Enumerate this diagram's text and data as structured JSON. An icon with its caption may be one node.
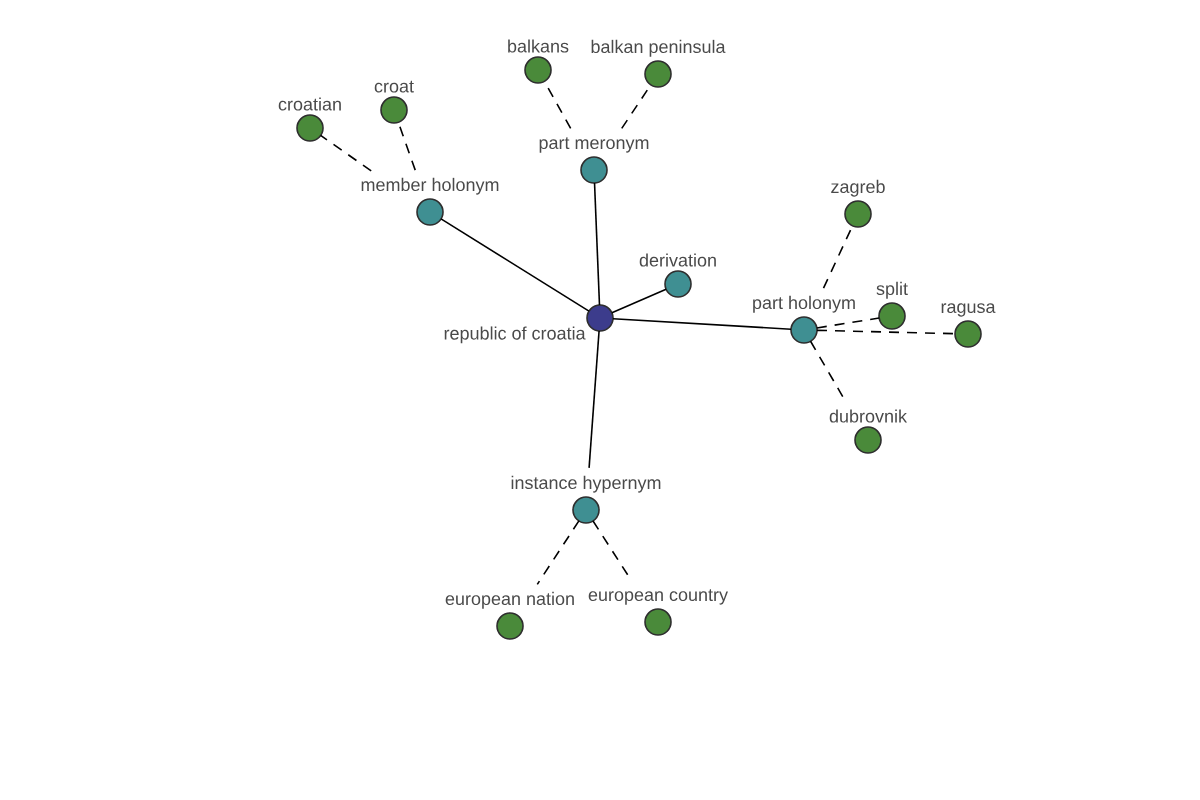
{
  "diagram": {
    "nodes": [
      {
        "text": [
          "balkans"
        ]
      },
      {
        "text": [
          "balkan peninsula"
        ]
      },
      {
        "text": [
          "croatian"
        ]
      },
      {
        "text": [
          "croat"
        ]
      },
      {
        "text": [
          "part meronym"
        ]
      },
      {
        "text": [
          "member holonym"
        ]
      },
      {
        "text": [
          "zagreb"
        ]
      },
      {
        "text": [
          "derivation"
        ]
      },
      {
        "text": [
          "republic of croatia"
        ]
      },
      {
        "text": [
          "part holonym"
        ]
      },
      {
        "text": [
          "split"
        ]
      },
      {
        "text": [
          "ragusa"
        ]
      },
      {
        "text": [
          "dubrovnik"
        ]
      },
      {
        "text": [
          "instance hypernym"
        ]
      },
      {
        "text": [
          "european nation"
        ]
      },
      {
        "text": [
          "european country"
        ]
      }
    ],
    "edges": [
      {
        "from": 8,
        "to": 5,
        "arrow": "none"
      },
      {
        "from": 8,
        "to": 4,
        "arrow": "none"
      },
      {
        "from": 8,
        "to": 7,
        "arrow": "none"
      },
      {
        "from": 8,
        "to": 9,
        "arrow": "none"
      },
      {
        "from": 8,
        "to": 13,
        "arrow": "none"
      },
      {
        "from": 5,
        "to": 2,
        "arrow": "none",
        "style": "dashed"
      },
      {
        "from": 5,
        "to": 3,
        "arrow": "none",
        "style": "dashed"
      },
      {
        "from": 4,
        "to": 0,
        "arrow": "none",
        "style": "dashed"
      },
      {
        "from": 4,
        "to": 1,
        "arrow": "none",
        "style": "dashed"
      },
      {
        "from": 9,
        "to": 6,
        "arrow": "none",
        "style": "dashed"
      },
      {
        "from": 9,
        "to": 10,
        "arrow": "none",
        "style": "dashed"
      },
      {
        "from": 9,
        "to": 11,
        "arrow": "none",
        "style": "dashed"
      },
      {
        "from": 9,
        "to": 12,
        "arrow": "none",
        "style": "dashed"
      },
      {
        "from": 13,
        "to": 14,
        "arrow": "none",
        "style": "dashed"
      },
      {
        "from": 13,
        "to": 15,
        "arrow": "none",
        "style": "dashed"
      }
    ]
  }
}
